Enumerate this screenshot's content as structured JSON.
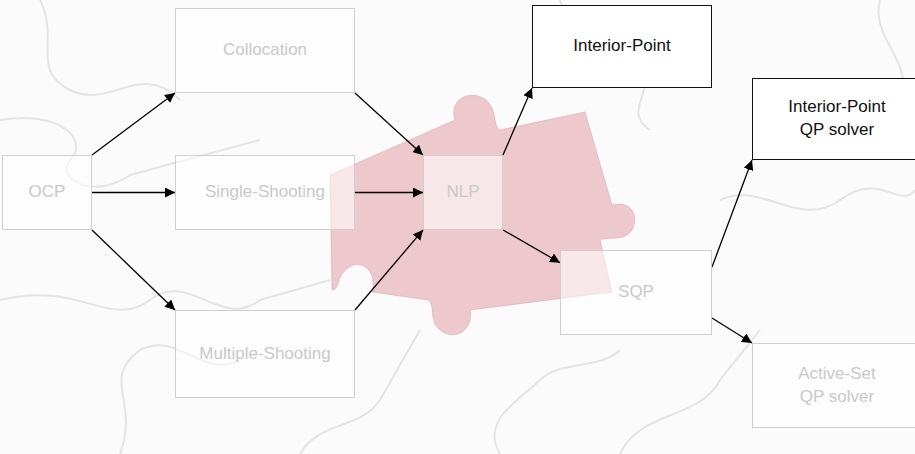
{
  "diagram": {
    "nodes": [
      {
        "text": [
          "OCP"
        ]
      },
      {
        "text": [
          "Collocation"
        ]
      },
      {
        "text": [
          "Single-Shooting"
        ]
      },
      {
        "text": [
          "Multiple-Shooting"
        ]
      },
      {
        "text": [
          "NLP"
        ]
      },
      {
        "text": [
          "Interior-Point"
        ]
      },
      {
        "text": [
          "SQP"
        ]
      },
      {
        "text": [
          "Interior-Point QP solver"
        ]
      },
      {
        "text": [
          "Active-Set QP solver"
        ]
      }
    ],
    "edges": [
      {
        "from": 0,
        "to": 1,
        "arrow": "to"
      },
      {
        "from": 0,
        "to": 2,
        "arrow": "to"
      },
      {
        "from": 0,
        "to": 3,
        "arrow": "to"
      },
      {
        "from": 1,
        "to": 4,
        "arrow": "to"
      },
      {
        "from": 2,
        "to": 4,
        "arrow": "to"
      },
      {
        "from": 3,
        "to": 4,
        "arrow": "to"
      },
      {
        "from": 4,
        "to": 5,
        "arrow": "to"
      },
      {
        "from": 4,
        "to": 6,
        "arrow": "to"
      },
      {
        "from": 6,
        "to": 7,
        "arrow": "to"
      },
      {
        "from": 6,
        "to": 8,
        "arrow": "to"
      }
    ]
  }
}
